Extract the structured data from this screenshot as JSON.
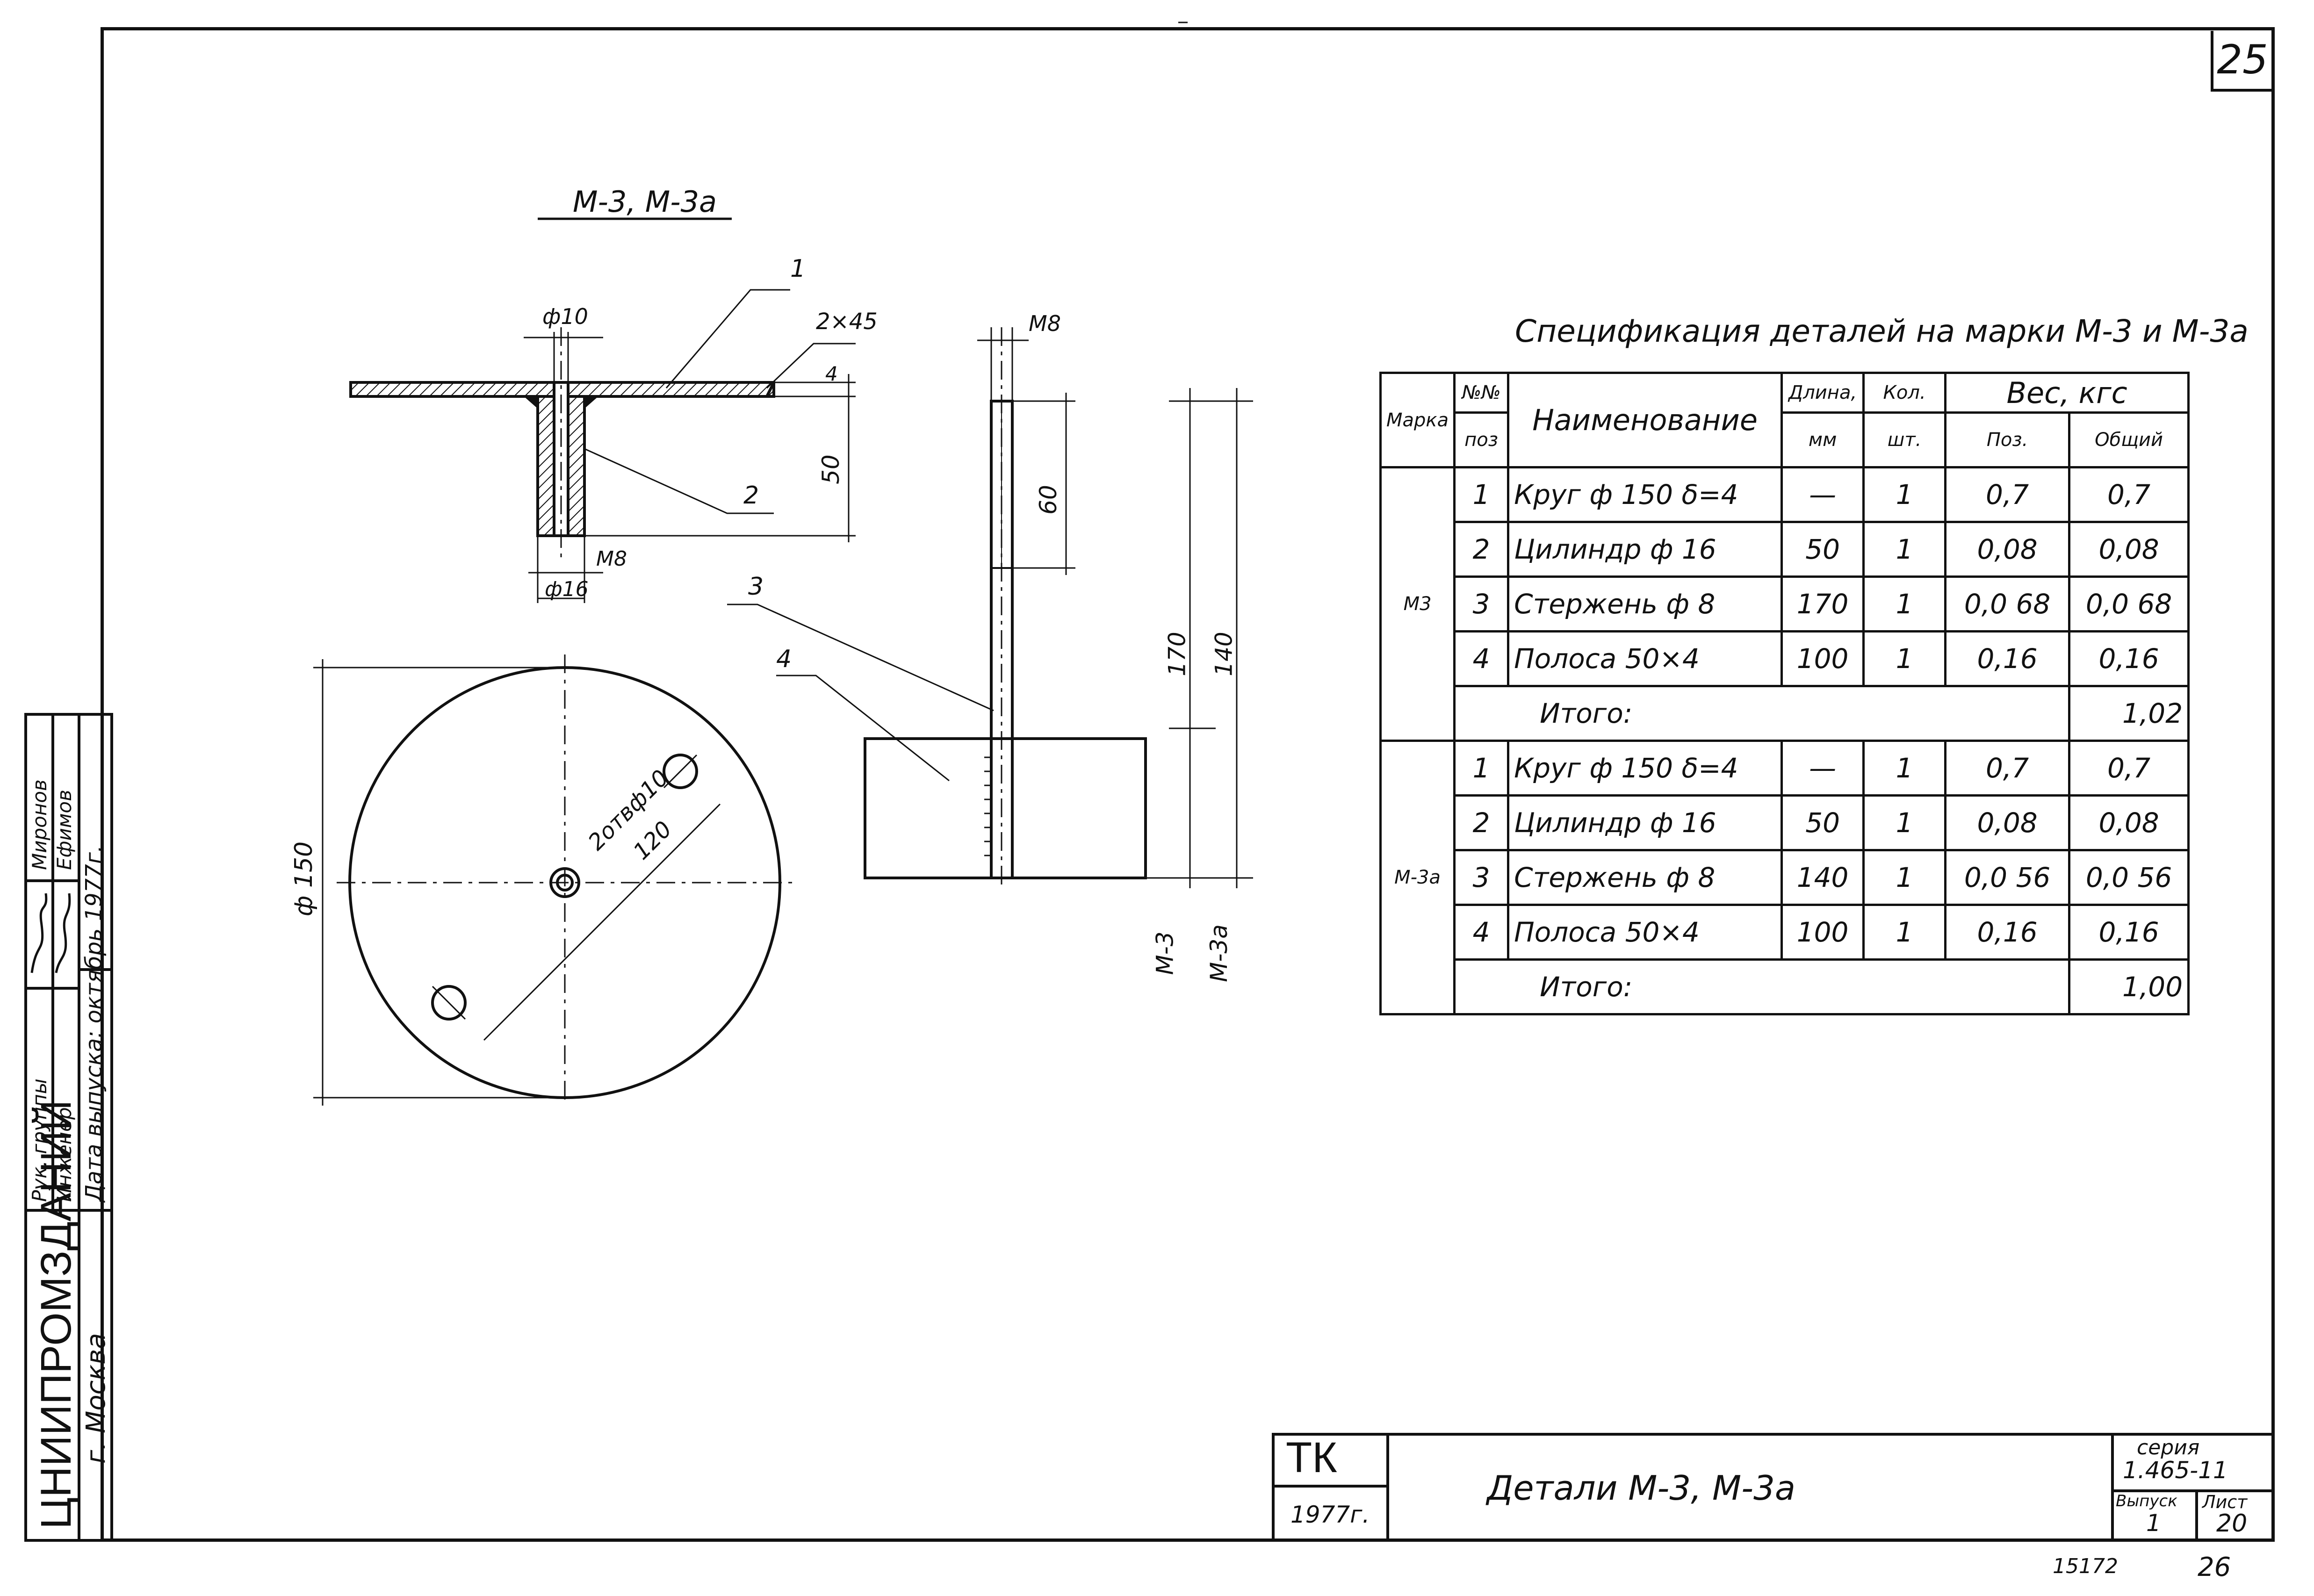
{
  "page": {
    "number": "25"
  },
  "drawing": {
    "title": "М-3, М-3а",
    "labels": {
      "phi10": "ф10",
      "chamfer": "2×45",
      "thick4": "4",
      "dim50": "50",
      "m8_top": "М8",
      "dim60": "60",
      "m8_bottom": "М8",
      "phi16": "ф16",
      "pos1": "1",
      "pos2": "2",
      "pos3": "3",
      "pos4": "4",
      "dim170": "170",
      "dim140": "140",
      "phi150": "ф 150",
      "holes": "2отвф10",
      "dim120": "120",
      "mark_m3": "М-3",
      "mark_m3a": "М-3а"
    }
  },
  "spec": {
    "title": "Спецификация деталей на марки М-3 и М-3а",
    "headers": {
      "marka": "Марка",
      "num_top": "№№",
      "num_bottom": "поз",
      "name": "Наименование",
      "length": "Длина,",
      "length_unit": "мм",
      "qty": "Кол.",
      "qty_unit": "шт.",
      "weight": "Вес, кгс",
      "weight_pos": "Поз.",
      "weight_total": "Общий"
    },
    "groups": [
      {
        "marka": "М3",
        "rows": [
          {
            "pos": "1",
            "name": "Круг ф 150 δ=4",
            "length": "—",
            "qty": "1",
            "w_pos": "0,7",
            "w_total": "0,7"
          },
          {
            "pos": "2",
            "name": "Цилиндр ф 16",
            "length": "50",
            "qty": "1",
            "w_pos": "0,08",
            "w_total": "0,08"
          },
          {
            "pos": "3",
            "name": "Стержень ф 8",
            "length": "170",
            "qty": "1",
            "w_pos": "0,0 68",
            "w_total": "0,0 68"
          },
          {
            "pos": "4",
            "name": "Полоса 50×4",
            "length": "100",
            "qty": "1",
            "w_pos": "0,16",
            "w_total": "0,16"
          }
        ],
        "total_label": "Итого:",
        "total": "1,02"
      },
      {
        "marka": "М-3а",
        "rows": [
          {
            "pos": "1",
            "name": "Круг ф 150 δ=4",
            "length": "—",
            "qty": "1",
            "w_pos": "0,7",
            "w_total": "0,7"
          },
          {
            "pos": "2",
            "name": "Цилиндр ф 16",
            "length": "50",
            "qty": "1",
            "w_pos": "0,08",
            "w_total": "0,08"
          },
          {
            "pos": "3",
            "name": "Стержень ф 8",
            "length": "140",
            "qty": "1",
            "w_pos": "0,0 56",
            "w_total": "0,0 56"
          },
          {
            "pos": "4",
            "name": "Полоса 50×4",
            "length": "100",
            "qty": "1",
            "w_pos": "0,16",
            "w_total": "0,16"
          }
        ],
        "total_label": "Итого:",
        "total": "1,00"
      }
    ]
  },
  "title_block": {
    "tk": "ТК",
    "year": "1977г.",
    "name": "Детали М-3, М-3а",
    "series_label": "серия",
    "series": "1.465-11",
    "issue_label": "Выпуск",
    "issue": "1",
    "sheet_label": "Лист",
    "sheet": "20"
  },
  "stamp": {
    "org": "ЦНИИПРОМЗДАНИЙ",
    "city": "г. Москва",
    "role1": "Рук. группы",
    "person1": "Миронов",
    "role2": "Инженер",
    "person2": "Ефимов",
    "date": "Дата выпуска: октябрь 1977г."
  },
  "footer": {
    "code": "15172",
    "num": "26"
  }
}
